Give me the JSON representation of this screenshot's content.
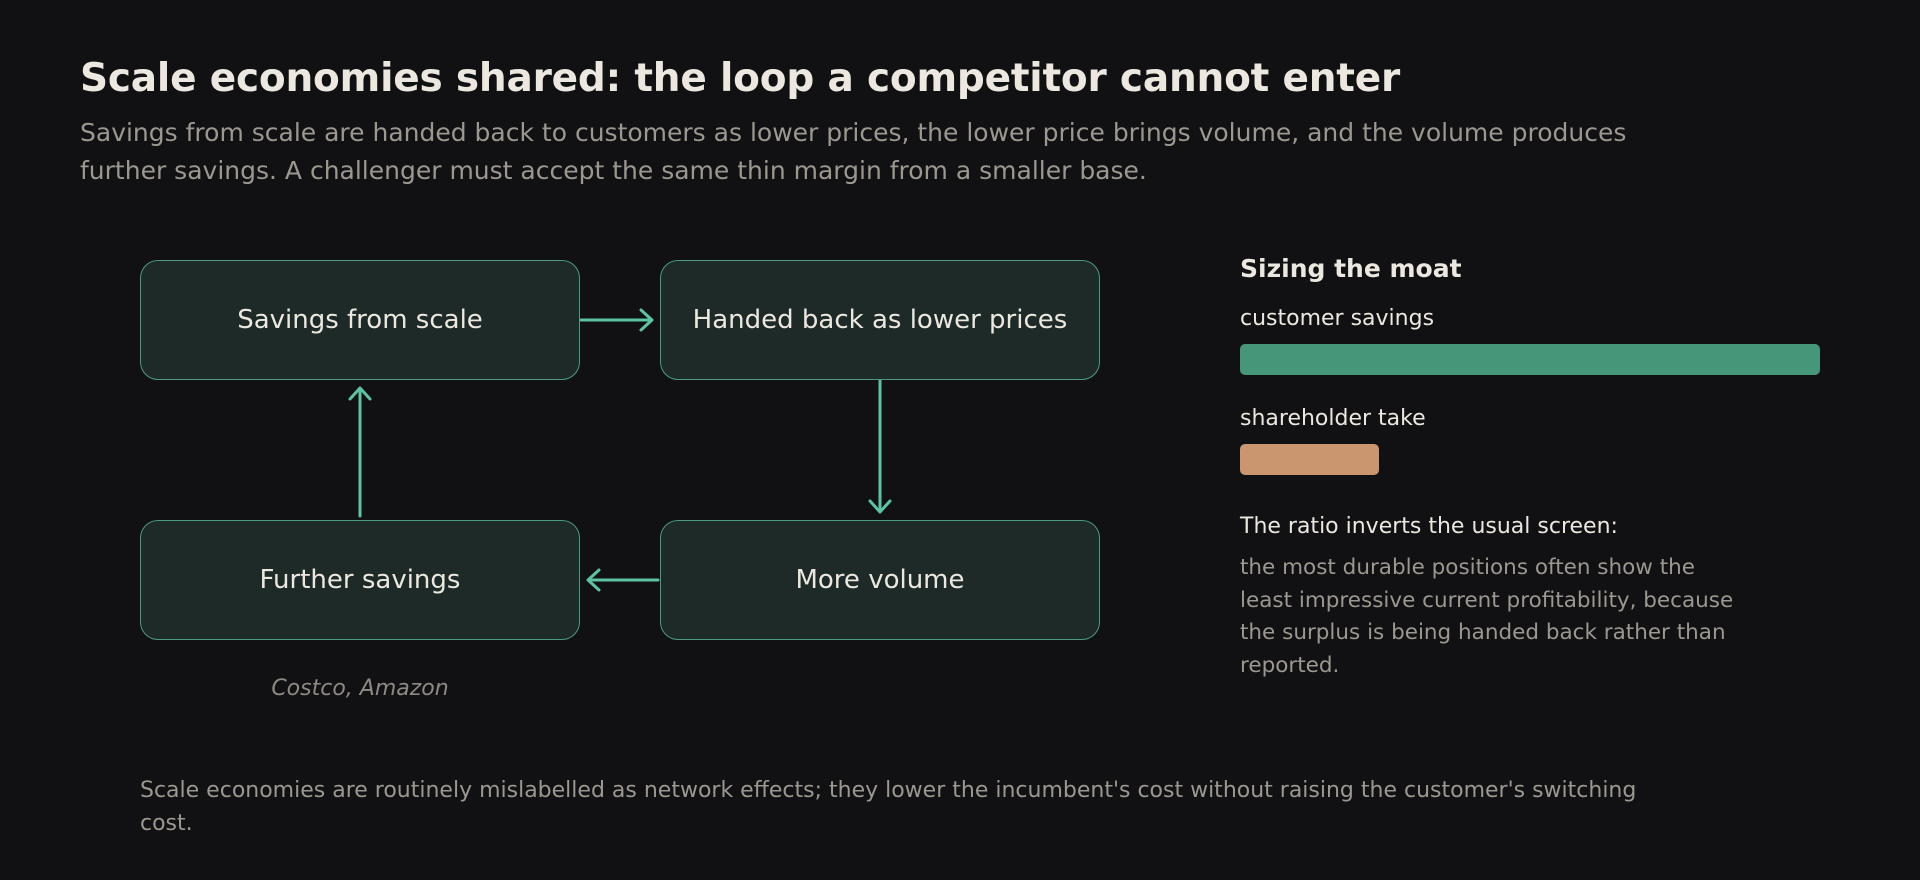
{
  "header": {
    "title": "Scale economies shared: the loop a competitor cannot enter",
    "subtitle": "Savings from scale are handed back to customers as lower prices, the lower price brings volume, and the volume produces further savings. A challenger must accept the same thin margin from a smaller base."
  },
  "diagram": {
    "nodes": [
      {
        "id": "savings",
        "label": "Savings from scale"
      },
      {
        "id": "prices",
        "label": "Handed back as lower prices"
      },
      {
        "id": "volume",
        "label": "More volume"
      },
      {
        "id": "further",
        "label": "Further savings"
      }
    ],
    "edges": [
      {
        "from": "savings",
        "to": "prices"
      },
      {
        "from": "prices",
        "to": "volume"
      },
      {
        "from": "volume",
        "to": "further"
      },
      {
        "from": "further",
        "to": "savings"
      }
    ],
    "caption": "Costco, Amazon",
    "colors": {
      "node_fill": "#1e2a28",
      "node_border": "#4a9a80",
      "arrow": "#5cc4a0"
    }
  },
  "panel": {
    "title": "Sizing the moat",
    "bars": [
      {
        "label": "customer savings",
        "fraction": 1.0,
        "color": "#46967a"
      },
      {
        "label": "shareholder take",
        "fraction": 0.24,
        "color": "#c99670"
      }
    ],
    "note_heading": "The ratio inverts the usual screen:",
    "note_body": "the most durable positions often show the least impressive current profitability, because the surplus is being handed back rather than reported."
  },
  "footer": {
    "text": "Scale economies are routinely mislabelled as network effects; they lower the incumbent's cost without raising the customer's switching cost."
  }
}
